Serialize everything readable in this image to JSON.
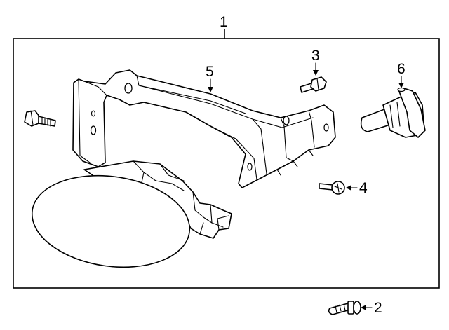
{
  "diagram": {
    "callouts": [
      {
        "id": "1",
        "text": "1"
      },
      {
        "id": "2",
        "text": "2"
      },
      {
        "id": "3",
        "text": "3"
      },
      {
        "id": "4",
        "text": "4"
      },
      {
        "id": "5",
        "text": "5"
      },
      {
        "id": "6",
        "text": "6"
      }
    ],
    "parts": [
      {
        "callout": "1",
        "icon": "fog-lamp-assembly-frame"
      },
      {
        "callout": "2",
        "icon": "screw-icon"
      },
      {
        "callout": "3",
        "icon": "bolt-icon"
      },
      {
        "callout": "4",
        "icon": "screw-icon"
      },
      {
        "callout": "5",
        "icon": "mounting-bracket-icon"
      },
      {
        "callout": "6",
        "icon": "bulb-icon"
      }
    ],
    "colors": {
      "line": "#000000",
      "background": "#ffffff"
    }
  }
}
